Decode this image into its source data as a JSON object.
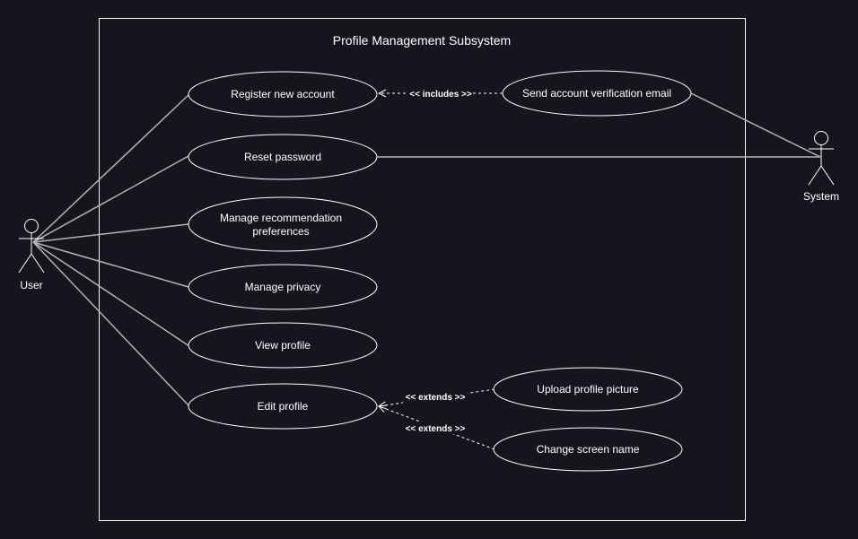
{
  "colors": {
    "background": "#18141d",
    "stroke": "#ffffff",
    "assoc_line": "#b3b3b3",
    "text": "#ffffff"
  },
  "system_boundary": {
    "title": "Profile Management Subsystem"
  },
  "actors": {
    "user": "User",
    "system": "System"
  },
  "use_cases": {
    "register": {
      "lines": [
        "Register new account"
      ]
    },
    "reset_password": {
      "lines": [
        "Reset password"
      ]
    },
    "manage_recommendation": {
      "lines": [
        "Manage recommendation",
        "preferences"
      ]
    },
    "manage_privacy": {
      "lines": [
        "Manage privacy"
      ]
    },
    "view_profile": {
      "lines": [
        "View profile"
      ]
    },
    "edit_profile": {
      "lines": [
        "Edit profile"
      ]
    },
    "send_verification": {
      "lines": [
        "Send account verification email"
      ]
    },
    "upload_picture": {
      "lines": [
        "Upload profile picture"
      ]
    },
    "change_screen_name": {
      "lines": [
        "Change screen name"
      ]
    }
  },
  "relationships": {
    "includes": "<< includes >>",
    "extends_upload": "<< extends >>",
    "extends_screen_name": "<< extends >>"
  }
}
